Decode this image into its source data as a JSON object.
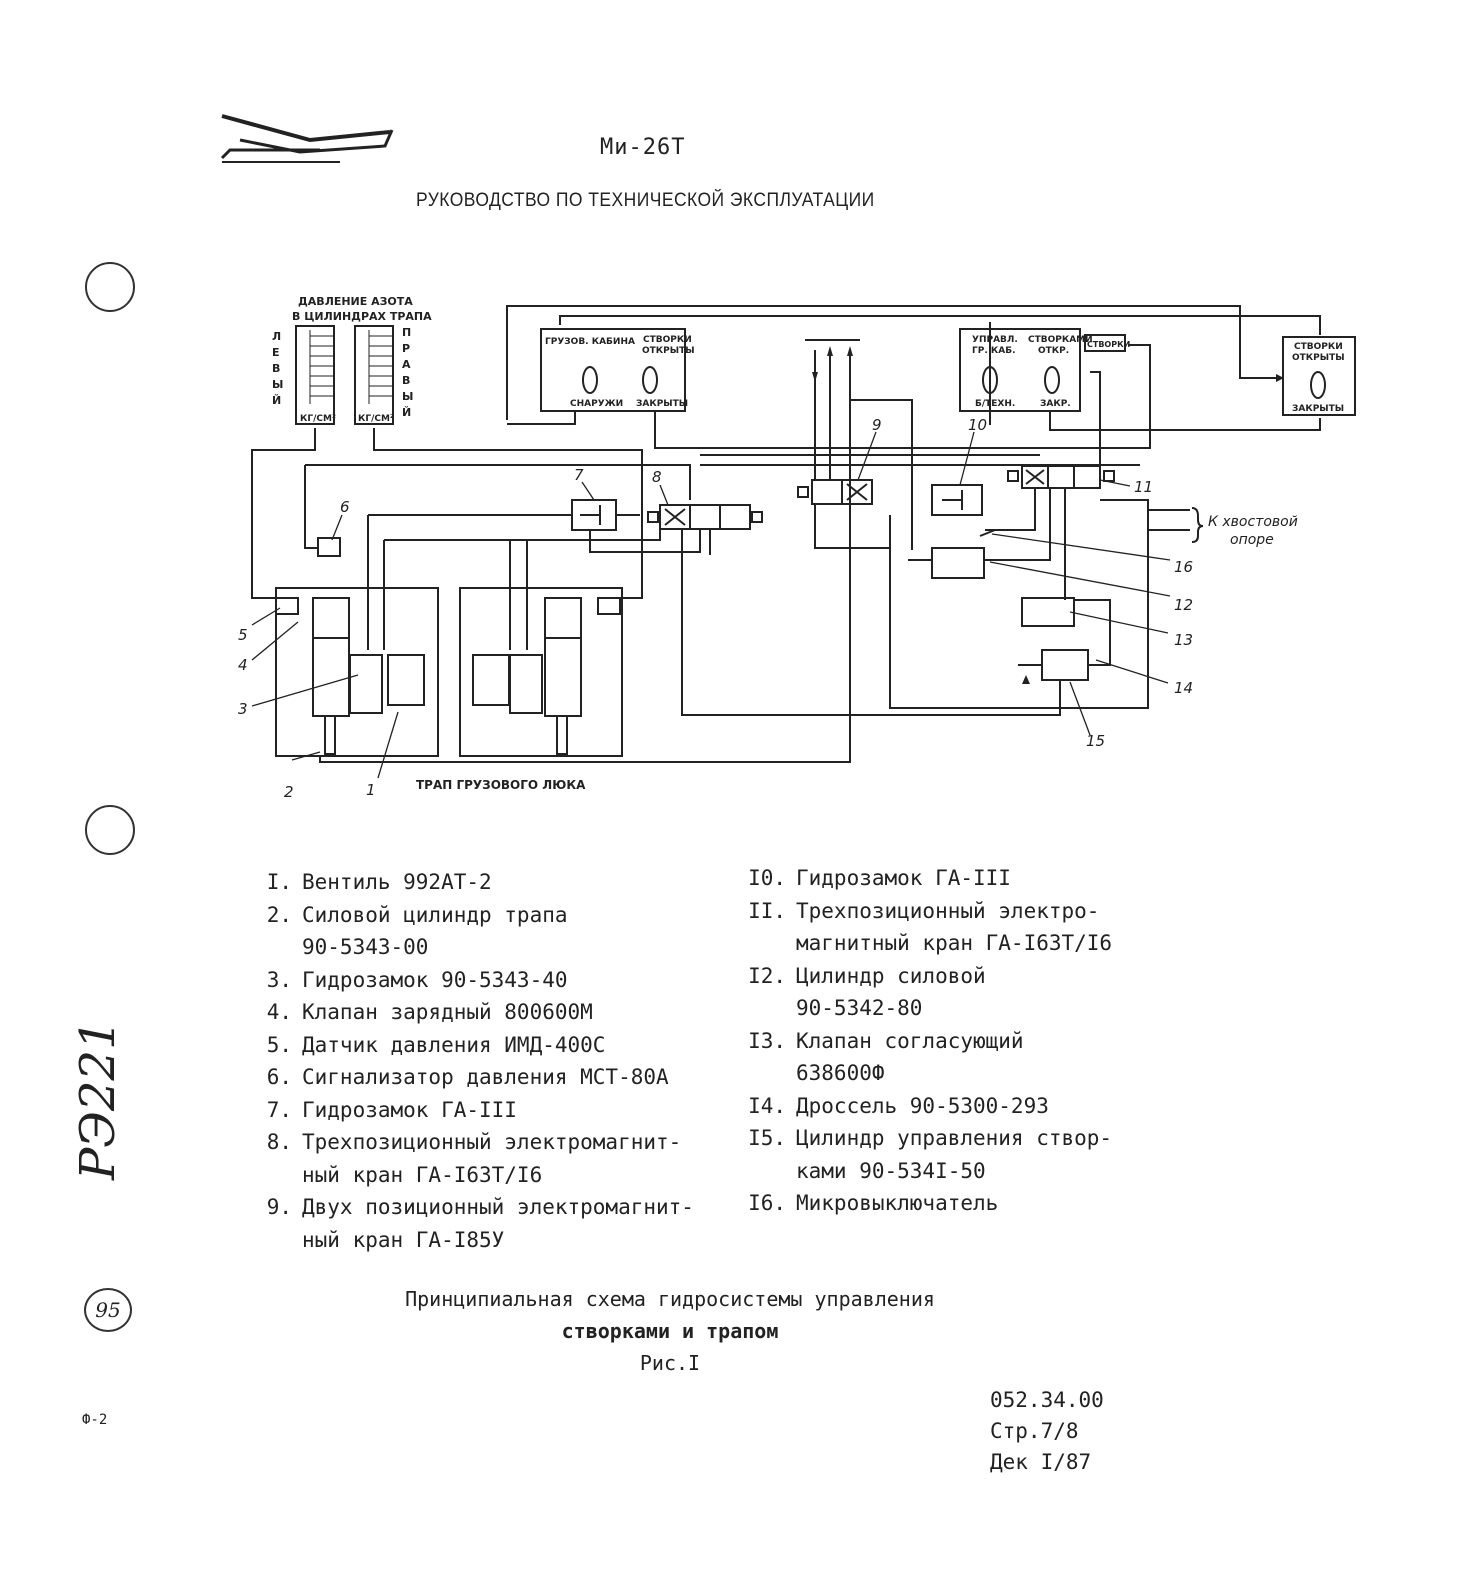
{
  "header": {
    "model": "Ми-26Т",
    "subtitle": "РУКОВОДСТВО ПО ТЕХНИЧЕСКОЙ ЭКСПЛУАТАЦИИ"
  },
  "diagram": {
    "gauges_title_1": "ДАВЛЕНИЕ  АЗОТА",
    "gauges_title_2": "В ЦИЛИНДРАХ ТРАПА",
    "left_side": "ЛЕВЫЙ",
    "right_side": "ПРАВЫЙ",
    "gauge_unit": "КГ/СМ²",
    "panel1_label_a": "ГРУЗОВ. КАБИНА",
    "panel1_label_b_1": "СТВОРКИ",
    "panel1_label_b_2": "ОТКРЫТЫ",
    "panel1_bottom_a": "СНАРУЖИ",
    "panel1_bottom_b": "ЗАКРЫТЫ",
    "panel2_label_a_1": "УПРАВЛ.",
    "panel2_label_a_2": "ГР. КАБ.",
    "panel2_label_b_1": "СТВОРКАМИ",
    "panel2_label_b_2": "ОТКР.",
    "panel2_box": "СТВОРКИ",
    "panel2_bottom_a": "Б/ТЕХН.",
    "panel2_bottom_b": "ЗАКР.",
    "panel3_top_1": "СТВОРКИ",
    "panel3_top_2": "ОТКРЫТЫ",
    "panel3_bottom": "ЗАКРЫТЫ",
    "tail_note_1": "К хвостовой",
    "tail_note_2": "опоре",
    "ramp_label": "ТРАП ГРУЗОВОГО ЛЮКА",
    "callouts": [
      "1",
      "2",
      "3",
      "4",
      "5",
      "6",
      "7",
      "8",
      "9",
      "10",
      "11",
      "12",
      "13",
      "14",
      "15",
      "16"
    ]
  },
  "legend_left": [
    {
      "num": "I.",
      "lines": [
        "Вентиль 992АТ-2"
      ]
    },
    {
      "num": "2.",
      "lines": [
        "Силовой цилиндр трапа",
        "90-5343-00"
      ]
    },
    {
      "num": "3.",
      "lines": [
        "Гидрозамок 90-5343-40"
      ]
    },
    {
      "num": "4.",
      "lines": [
        "Клапан зарядный 800600М"
      ]
    },
    {
      "num": "5.",
      "lines": [
        "Датчик давления ИМД-400С"
      ]
    },
    {
      "num": "6.",
      "lines": [
        "Сигнализатор давления МСТ-80А"
      ]
    },
    {
      "num": "7.",
      "lines": [
        "Гидрозамок ГА-III"
      ]
    },
    {
      "num": "8.",
      "lines": [
        "Трехпозиционный электромагнит-",
        "ный кран ГА-I63T/I6"
      ]
    },
    {
      "num": "9.",
      "lines": [
        "Двух позиционный электромагнит-",
        "ный кран ГА-I85У"
      ]
    }
  ],
  "legend_right": [
    {
      "num": "I0.",
      "lines": [
        "Гидрозамок ГА-III"
      ]
    },
    {
      "num": "II.",
      "lines": [
        "Трехпозиционный электро-",
        "магнитный кран ГА-I63T/I6"
      ]
    },
    {
      "num": "I2.",
      "lines": [
        "Цилиндр силовой",
        "90-5342-80"
      ]
    },
    {
      "num": "I3.",
      "lines": [
        "Клапан согласующий",
        "638600Ф"
      ]
    },
    {
      "num": "I4.",
      "lines": [
        "Дроссель 90-5300-293"
      ]
    },
    {
      "num": "I5.",
      "lines": [
        "Цилиндр управления створ-",
        "ками 90-534I-50"
      ]
    },
    {
      "num": "I6.",
      "lines": [
        "Микровыключатель"
      ]
    }
  ],
  "caption": {
    "line1": "Принципиальная схема гидросистемы управления",
    "line2": "створками и трапом",
    "line3": "Рис.I"
  },
  "footer": {
    "code": "052.34.00",
    "page": "Стр.7/8",
    "date": "Дек I/87"
  },
  "margin": {
    "handwritten": "РЭ221",
    "stamp": "95",
    "form": "Ф-2"
  }
}
